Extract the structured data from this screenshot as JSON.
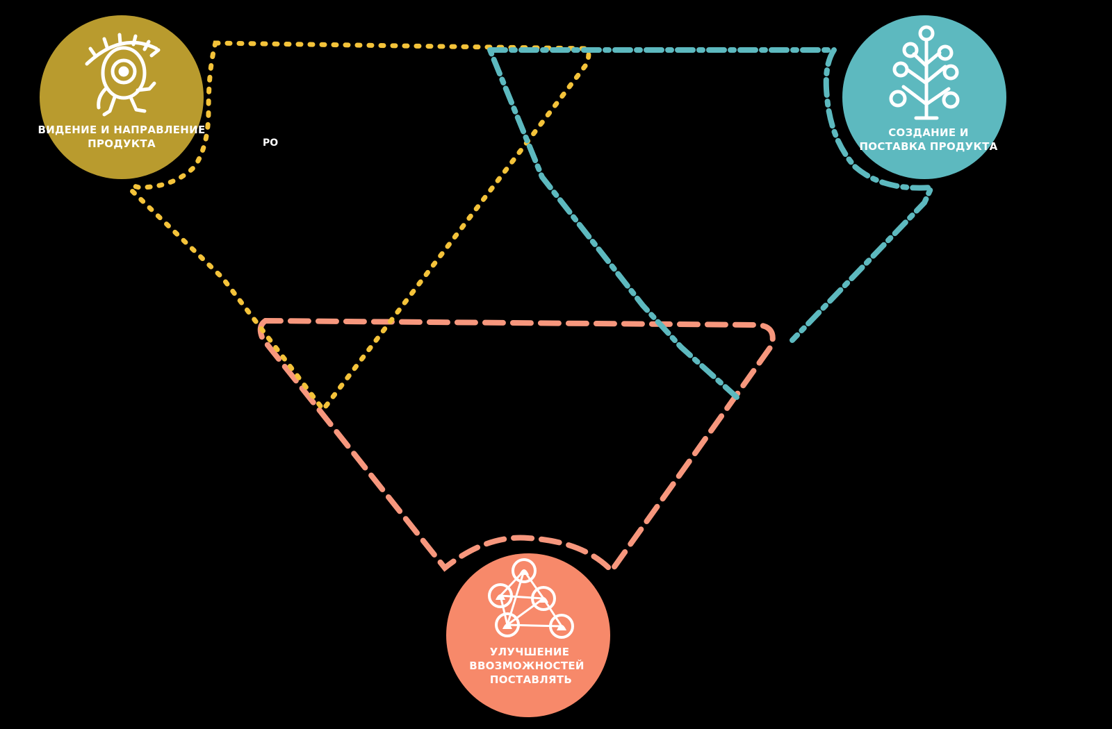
{
  "colors": {
    "background": "#000000",
    "vision": "#B99B2E",
    "vision_outline": "#F4C33A",
    "delivery": "#5DB9BF",
    "delivery_outline": "#5DB9BF",
    "improve": "#F7896A",
    "improve_outline": "#F7977D",
    "center_outline": "#000000",
    "icon": "#ffffff"
  },
  "nodes": {
    "vision": {
      "line1": "ВИДЕНИЕ И НАПРАВЛЕНИЕ",
      "line2": "ПРОДУКТА",
      "icon": "eye-walker-icon"
    },
    "delivery": {
      "line1": "СОЗДАНИЕ И",
      "line2": "ПОСТАВКА ПРОДУКТА",
      "icon": "apple-tree-icon"
    },
    "improve": {
      "line1": "УЛУЧШЕНИЕ",
      "line2": "ВВОЗМОЖНОСТЕЙ",
      "line3": "ПОСТАВЛЯТЬ",
      "icon": "people-network-icon"
    }
  },
  "stray_text": {
    "vision_fragment": "PO"
  }
}
